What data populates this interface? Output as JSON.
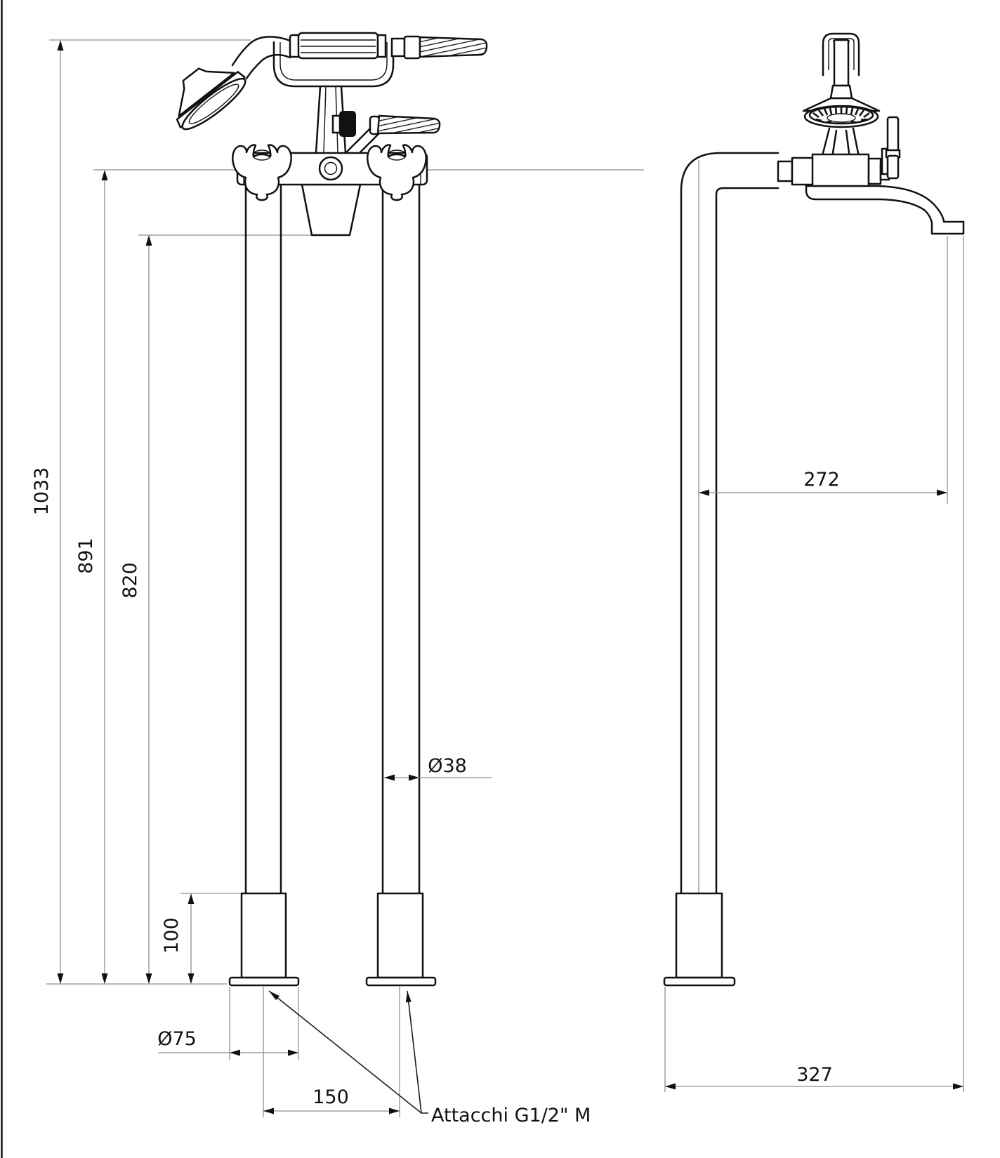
{
  "drawing": {
    "dims": {
      "overall_height": "1033",
      "handle_deck_height": "891",
      "spout_underside_height": "820",
      "base_cover_height": "100",
      "base_flange_diameter": "Ø75",
      "pipe_centres": "150",
      "column_diameter": "Ø38",
      "spout_reach": "272",
      "overall_depth": "327",
      "connections_note": "Attacchi G1/2\" M"
    }
  }
}
